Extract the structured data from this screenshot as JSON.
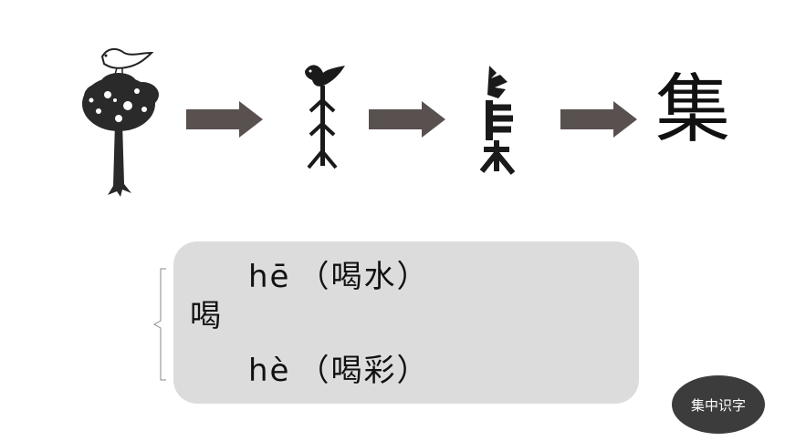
{
  "evolution": {
    "stages": [
      "tree-with-bird-drawing",
      "oracle-bone-script",
      "bronze-script"
    ],
    "final_char": "集"
  },
  "polyphone": {
    "char": "喝",
    "readings": [
      {
        "pinyin": "hē",
        "word": "（喝水）"
      },
      {
        "pinyin": "hè",
        "word": "（喝彩）"
      }
    ]
  },
  "badge": {
    "label": "集中识字"
  },
  "colors": {
    "arrow": "#595050",
    "card": "#dcdcdc",
    "badge": "#3c3c3c"
  }
}
